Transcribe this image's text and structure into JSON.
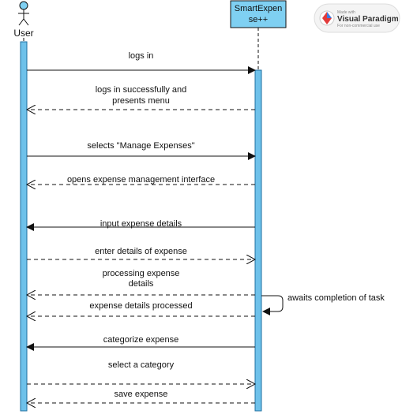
{
  "participants": {
    "user": {
      "label": "User"
    },
    "system": {
      "line1": "SmartExpen",
      "line2": "se++"
    }
  },
  "watermark": {
    "made_with": "Made with",
    "brand": "Visual Paradigm",
    "note": "For non-commercial use"
  },
  "messages": [
    {
      "lines": [
        "logs in"
      ],
      "dir": "right",
      "kind": "sync"
    },
    {
      "lines": [
        "logs in successfully and",
        "presents menu"
      ],
      "dir": "left",
      "kind": "return"
    },
    {
      "lines": [
        "selects \"Manage Expenses\""
      ],
      "dir": "right",
      "kind": "sync"
    },
    {
      "lines": [
        "opens expense management interface"
      ],
      "dir": "left",
      "kind": "return"
    },
    {
      "lines": [
        "input expense details"
      ],
      "dir": "left",
      "kind": "sync"
    },
    {
      "lines": [
        "enter details of expense"
      ],
      "dir": "right",
      "kind": "return"
    },
    {
      "lines": [
        "processing expense",
        "details"
      ],
      "dir": "left",
      "kind": "return"
    },
    {
      "lines": [
        "awaits completion of task"
      ],
      "dir": "self",
      "kind": "sync"
    },
    {
      "lines": [
        "expense details processed"
      ],
      "dir": "left",
      "kind": "return"
    },
    {
      "lines": [
        "categorize expense"
      ],
      "dir": "left",
      "kind": "sync"
    },
    {
      "lines": [
        "select a category"
      ],
      "dir": "right",
      "kind": "return"
    },
    {
      "lines": [
        "save expense"
      ],
      "dir": "left",
      "kind": "return"
    }
  ],
  "colors": {
    "activation_fill": "#6ec1ea",
    "activation_stroke": "#1e6fa0",
    "box_fill": "#7fd0f2",
    "line": "#111111"
  }
}
